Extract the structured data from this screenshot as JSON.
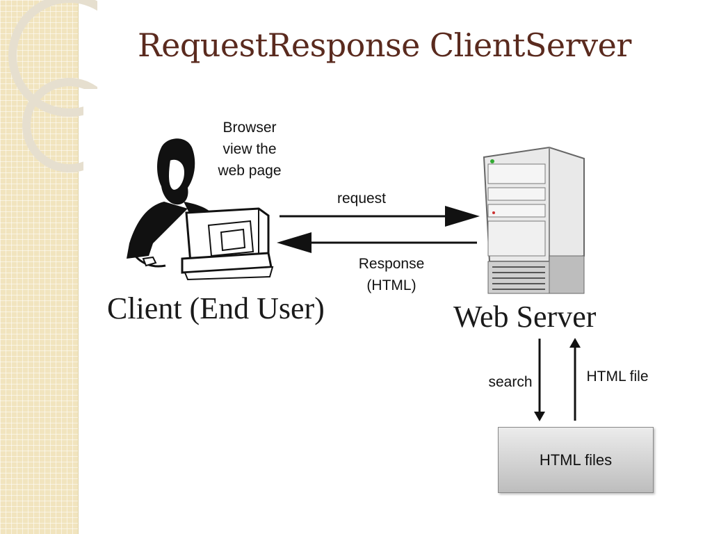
{
  "title": "RequestResponse ClientServer",
  "labels": {
    "browser_line1": "Browser",
    "browser_line2": "view the",
    "browser_line3": "web page",
    "request": "request",
    "response_line1": "Response",
    "response_line2": "(HTML)",
    "client": "Client (End User)",
    "web_server": "Web Server",
    "search": "search",
    "html_file": "HTML file",
    "html_files": "HTML files"
  },
  "colors": {
    "title": "#5a2a1e",
    "sidebar": "#f1e4be"
  }
}
